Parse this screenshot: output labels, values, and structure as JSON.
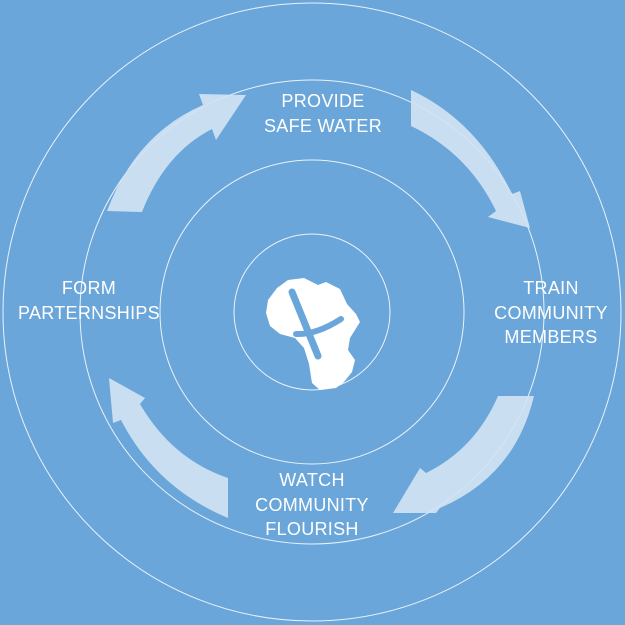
{
  "colors": {
    "background": "#6aa6da",
    "ring": "#ffffff",
    "arrow": "#d2e3f3",
    "logo": "#ffffff"
  },
  "steps": [
    {
      "lines": [
        "PROVIDE",
        "SAFE WATER"
      ]
    },
    {
      "lines": [
        "TRAIN",
        "COMMUNITY",
        "MEMBERS"
      ]
    },
    {
      "lines": [
        "WATCH",
        "COMMUNITY",
        "FLOURISH"
      ]
    },
    {
      "lines": [
        "FORM",
        "PARTERNSHIPS"
      ]
    }
  ],
  "icons": {
    "center": "africa-cross-icon",
    "arrows": "cycle-arrow-icon"
  }
}
